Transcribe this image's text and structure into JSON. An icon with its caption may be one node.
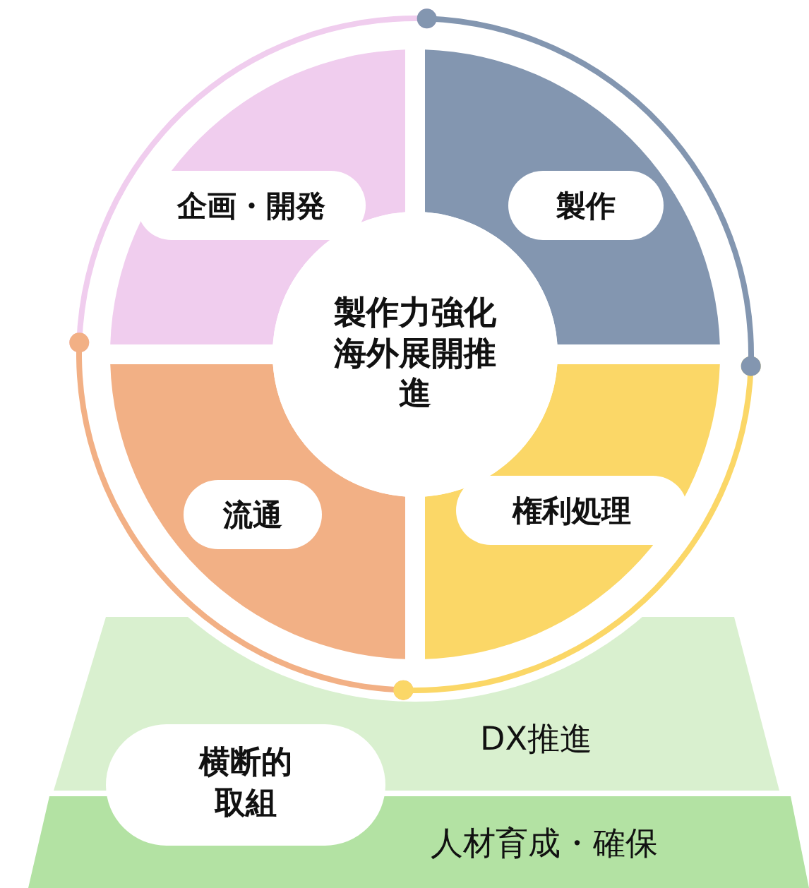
{
  "diagram": {
    "nodes": [
      {
        "text": [
          "企画・開発"
        ]
      },
      {
        "text": [
          "製作"
        ]
      },
      {
        "text": [
          "製作力強化海外展開推進"
        ]
      },
      {
        "text": [
          "流通"
        ]
      },
      {
        "text": [
          "権利処理"
        ]
      },
      {
        "text": [
          "DX推進"
        ]
      },
      {
        "text": [
          "人材育成・確保"
        ]
      },
      {
        "text": [
          "横断的取組"
        ]
      }
    ]
  }
}
